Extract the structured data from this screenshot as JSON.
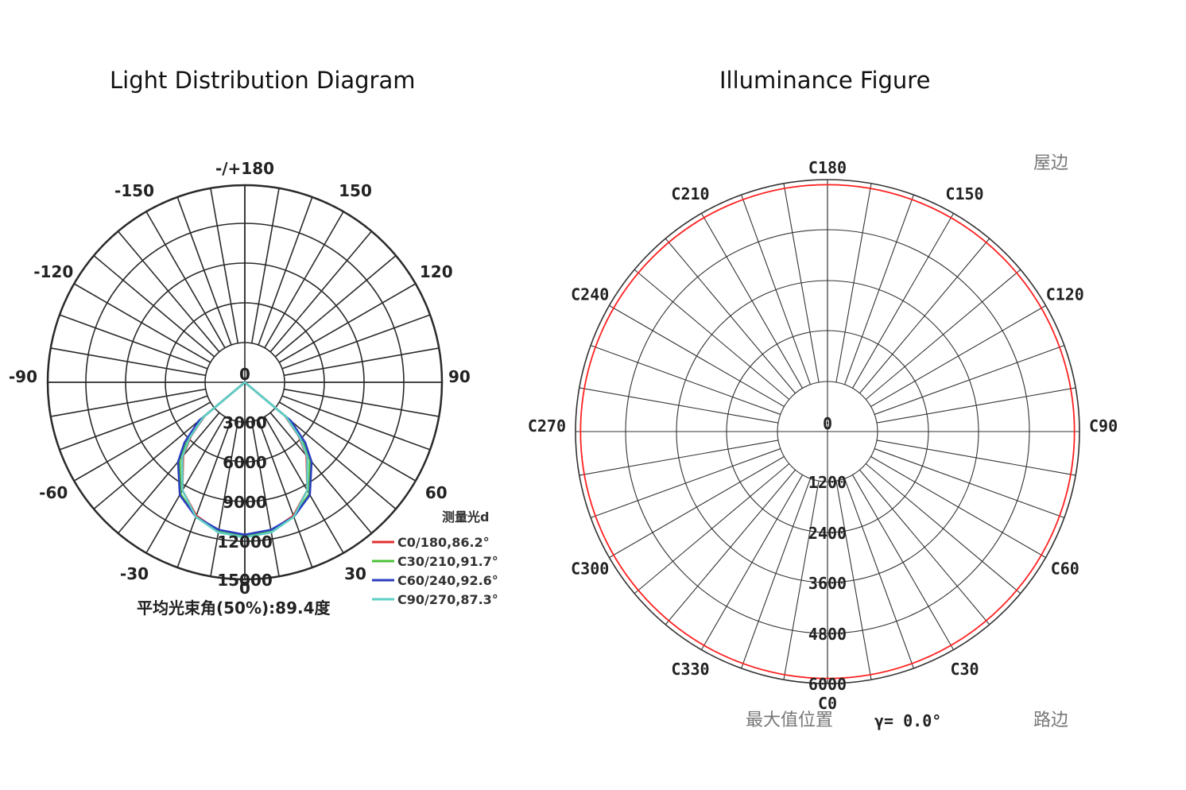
{
  "chart_data": [
    {
      "type": "polar",
      "title": "Light Distribution Diagram",
      "angle_labels": [
        "-/+180",
        "150",
        "120",
        "90",
        "60",
        "30",
        "0",
        "-30",
        "-60",
        "-90",
        "-120",
        "-150"
      ],
      "radial_ticks": [
        "3000",
        "6000",
        "9000",
        "12000",
        "15000"
      ],
      "center_label": "0",
      "rmax": 15000,
      "legend_title": "测量光d",
      "series": [
        {
          "name": "C0/180,86.2°",
          "color": "#e03030",
          "angles": [
            0,
            10,
            20,
            30,
            40,
            45,
            50,
            60
          ],
          "values": [
            11700,
            11500,
            10800,
            9500,
            7300,
            5800,
            4000,
            0
          ]
        },
        {
          "name": "C30/210,91.7°",
          "color": "#4cc23a",
          "angles": [
            0,
            10,
            20,
            30,
            40,
            45,
            50,
            60
          ],
          "values": [
            11700,
            11500,
            10900,
            9800,
            7700,
            6300,
            4500,
            0
          ]
        },
        {
          "name": "C60/240,92.6°",
          "color": "#2c3ec0",
          "angles": [
            0,
            10,
            20,
            30,
            40,
            45,
            50,
            60
          ],
          "values": [
            11600,
            11400,
            10900,
            9900,
            7900,
            6500,
            4600,
            0
          ]
        },
        {
          "name": "C90/270,87.3°",
          "color": "#5ecfc4",
          "angles": [
            0,
            10,
            20,
            30,
            40,
            45,
            50,
            60
          ],
          "values": [
            11800,
            11600,
            10900,
            9500,
            7400,
            5900,
            4100,
            0
          ]
        }
      ],
      "beam_angle_text": "平均光束角(50%):89.4度"
    },
    {
      "type": "polar",
      "title": "Illuminance Figure",
      "angle_labels": [
        "C180",
        "C150",
        "C120",
        "C90",
        "C60",
        "C30",
        "C0",
        "C330",
        "C300",
        "C270",
        "C240",
        "C210"
      ],
      "radial_ticks": [
        "1200",
        "2400",
        "3600",
        "4800",
        "6000"
      ],
      "center_label": "0",
      "rmax": 6000,
      "series": [
        {
          "name": "",
          "color": "#ff2020",
          "constant_value": 5880
        }
      ],
      "corner_top_right": "屋边",
      "corner_bottom_right": "路边",
      "max_position_label": "最大值位置",
      "gamma_text": "γ= 0.0°"
    }
  ]
}
